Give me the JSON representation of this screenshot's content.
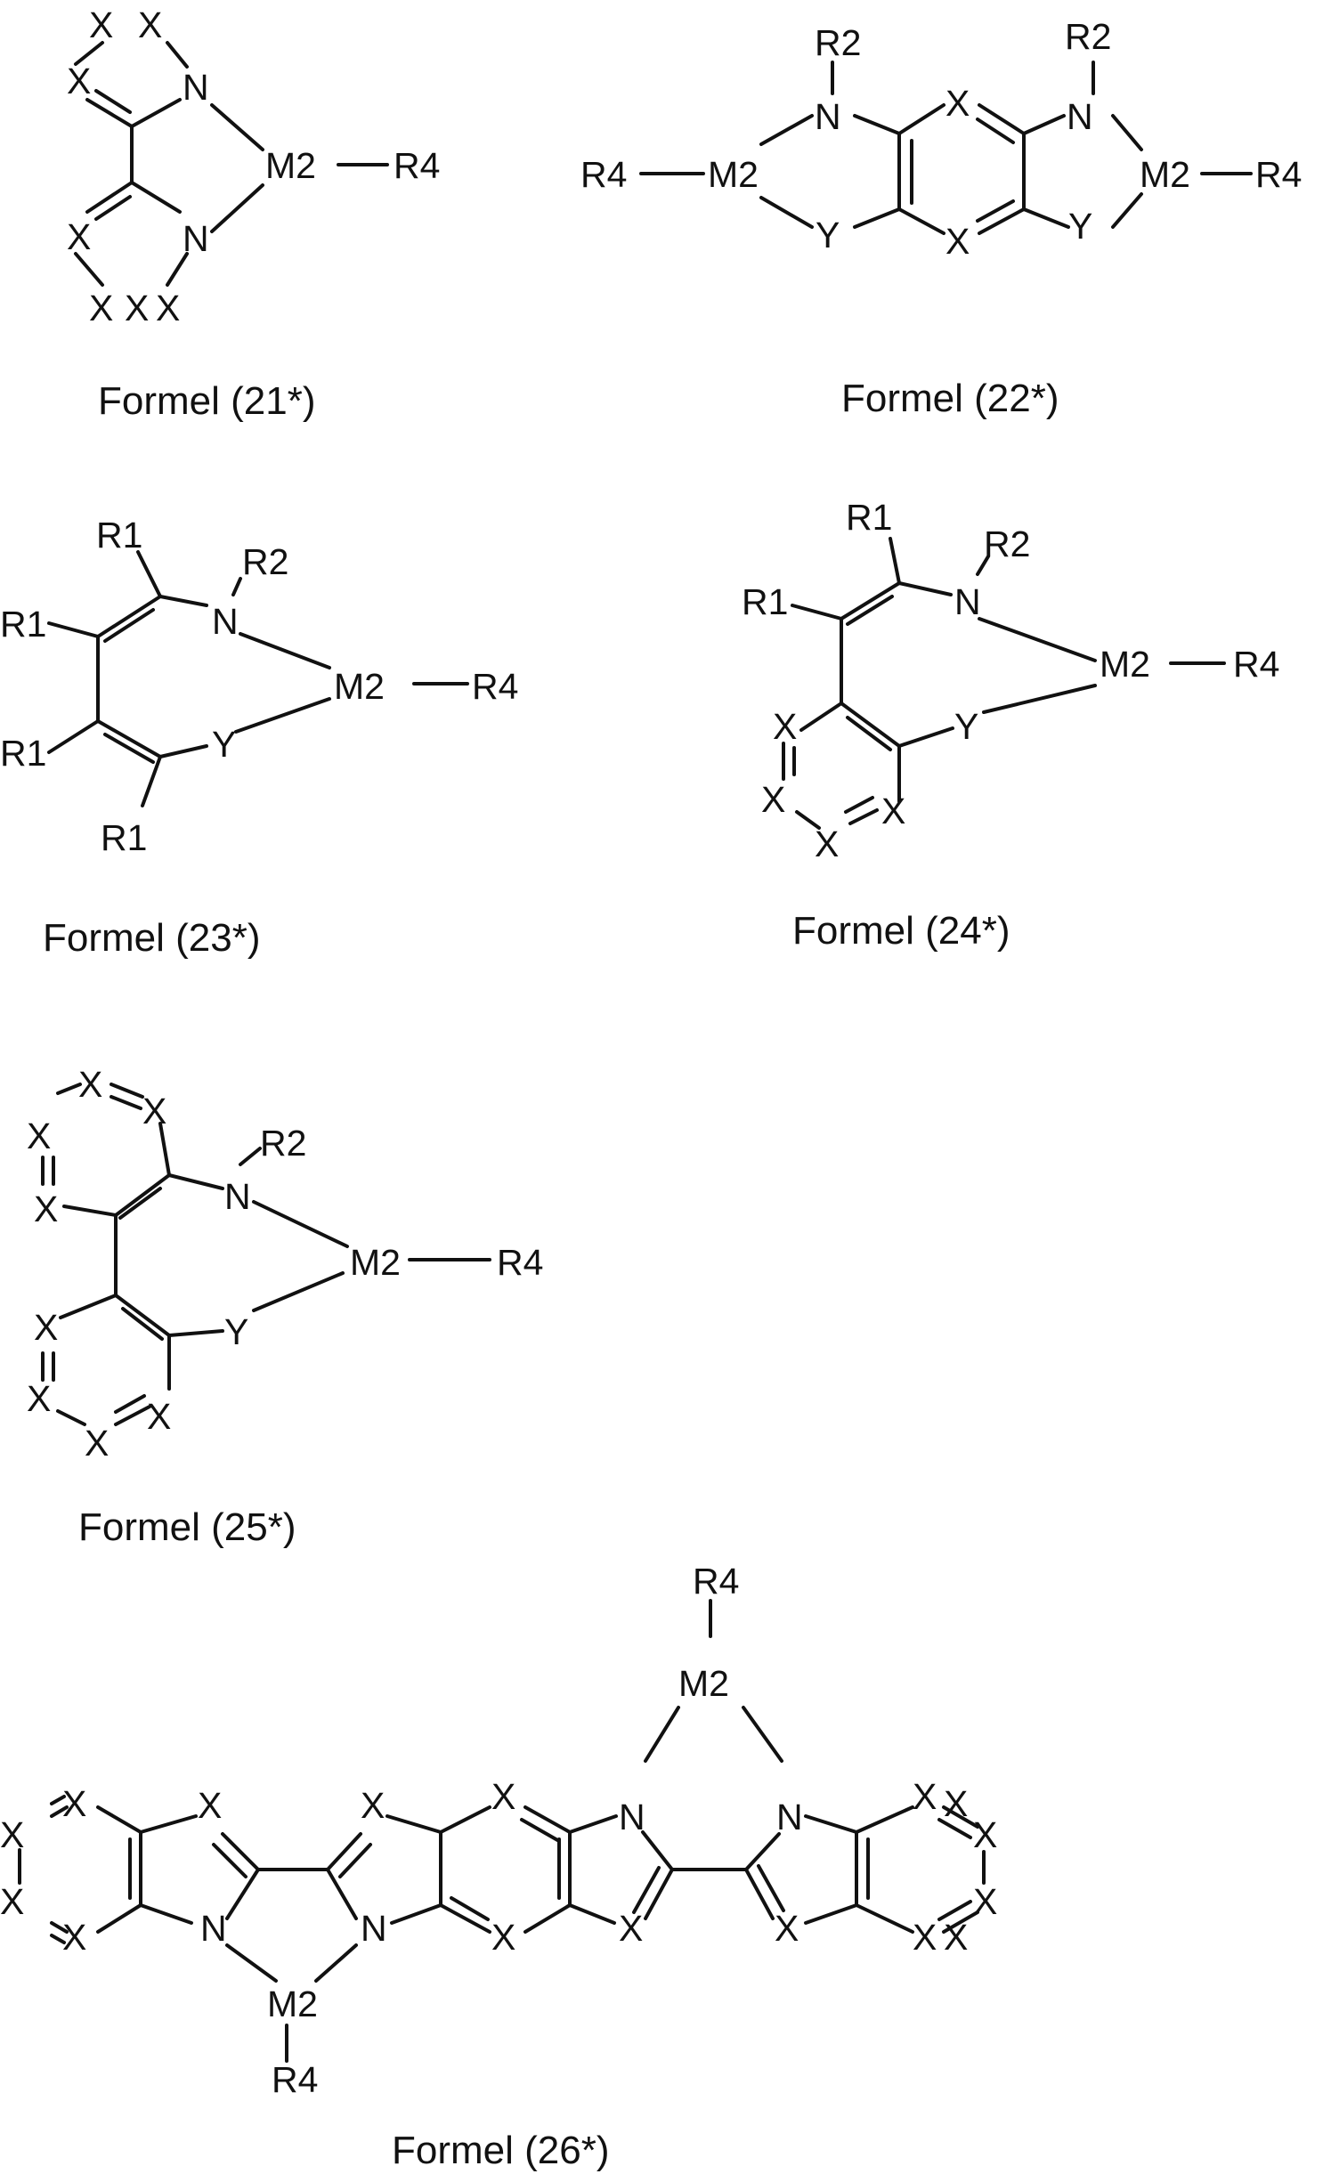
{
  "formulas": [
    {
      "caption": "Formel (21*)",
      "atoms": [
        "X",
        "X",
        "X",
        "N",
        "M2",
        "R4",
        "X",
        "N",
        "X",
        "X",
        "X"
      ]
    },
    {
      "caption": "Formel (22*)",
      "atoms": [
        "R2",
        "R2",
        "N",
        "X",
        "N",
        "R4",
        "M2",
        "M2",
        "R4",
        "Y",
        "X",
        "Y"
      ]
    },
    {
      "caption": "Formel (23*)",
      "atoms": [
        "R1",
        "R2",
        "R1",
        "N",
        "M2",
        "R4",
        "R1",
        "Y",
        "R1"
      ]
    },
    {
      "caption": "Formel (24*)",
      "atoms": [
        "R1",
        "R2",
        "R1",
        "N",
        "M2",
        "R4",
        "X",
        "Y",
        "X",
        "X",
        "X"
      ]
    },
    {
      "caption": "Formel (25*)",
      "atoms": [
        "X",
        "X",
        "X",
        "R2",
        "X",
        "N",
        "M2",
        "R4",
        "X",
        "Y",
        "X",
        "X",
        "X"
      ]
    },
    {
      "caption": "Formel (26*)",
      "atoms": [
        "R4",
        "M2",
        "X",
        "X",
        "X",
        "X",
        "N",
        "N",
        "X",
        "X",
        "X",
        "X",
        "X",
        "X",
        "N",
        "N",
        "X",
        "X",
        "X",
        "X",
        "X",
        "X",
        "M2",
        "R4"
      ]
    }
  ]
}
